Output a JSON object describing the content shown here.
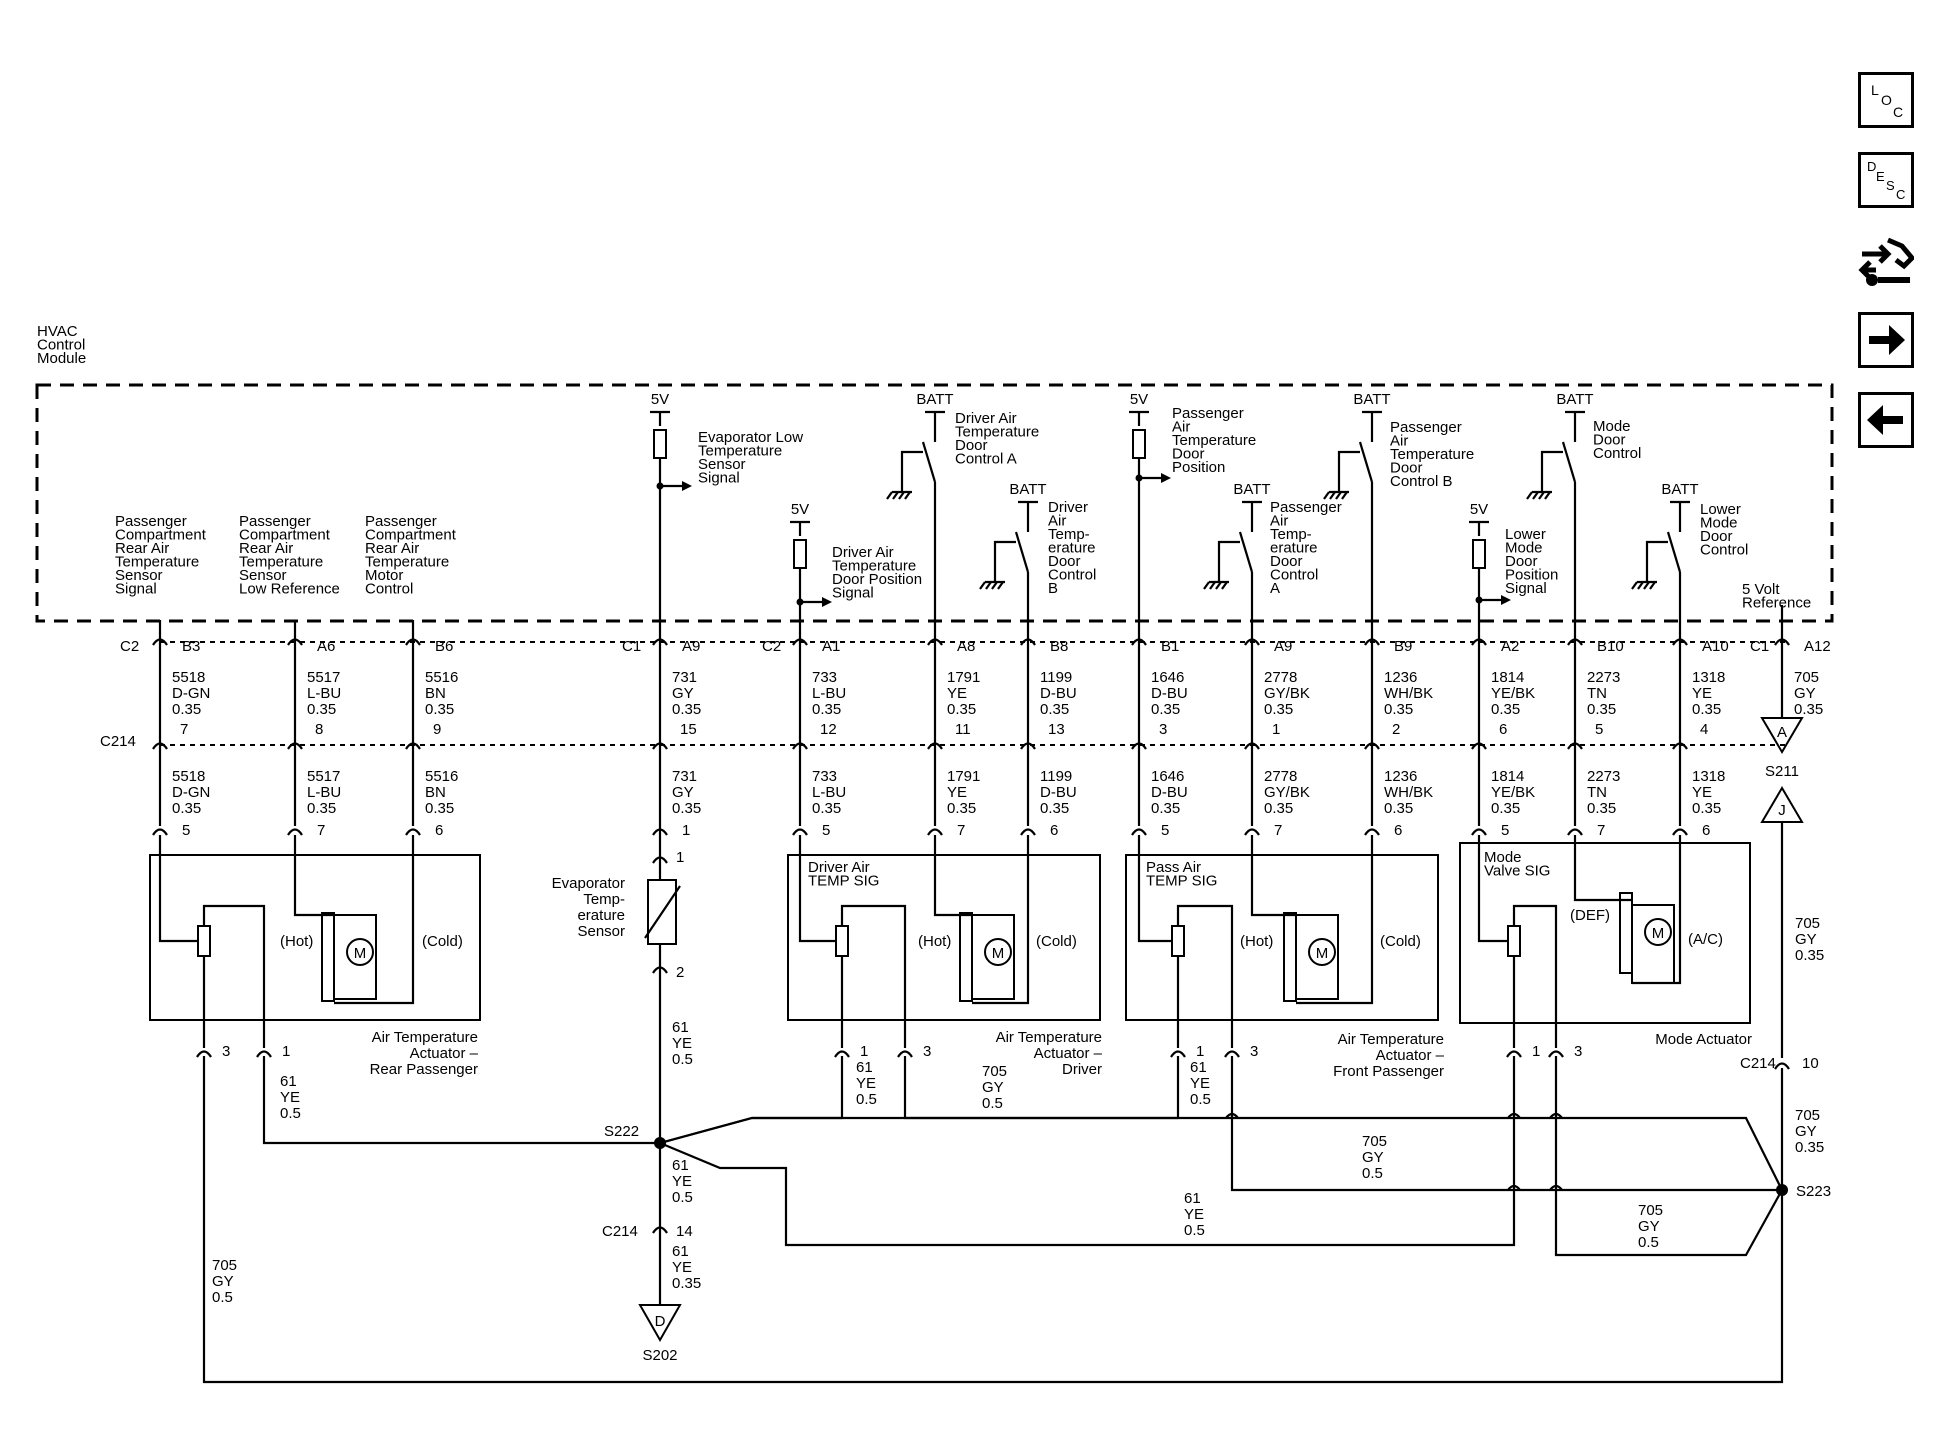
{
  "module": {
    "lines": [
      "HVAC",
      "Control",
      "Module"
    ]
  },
  "nav": {
    "loc": [
      "L",
      "O",
      "C"
    ],
    "desc": [
      "D",
      "E",
      "S",
      "C"
    ]
  },
  "header_labels": {
    "rear_signal": [
      "Passenger",
      "Compartment",
      "Rear Air",
      "Temperature",
      "Sensor",
      "Signal"
    ],
    "rear_lowref": [
      "Passenger",
      "Compartment",
      "Rear Air",
      "Temperature",
      "Sensor",
      "Low Reference"
    ],
    "rear_motor": [
      "Passenger",
      "Compartment",
      "Rear Air",
      "Temperature",
      "Motor",
      "Control"
    ],
    "evap_signal": [
      "Evaporator Low",
      "Temperature",
      "Sensor",
      "Signal"
    ],
    "driver_pos": [
      "Driver Air",
      "Temperature",
      "Door Position",
      "Signal"
    ],
    "driver_a": [
      "Driver Air",
      "Temperature",
      "Door",
      "Control A"
    ],
    "driver_b": [
      "Driver",
      "Air",
      "Temp-",
      "erature",
      "Door",
      "Control",
      "B"
    ],
    "pass_pos": [
      "Passenger",
      "Air",
      "Temperature",
      "Door",
      "Position"
    ],
    "pass_a": [
      "Passenger",
      "Air",
      "Temp-",
      "erature",
      "Door",
      "Control",
      "A"
    ],
    "pass_b": [
      "Passenger",
      "Air",
      "Temperature",
      "Door",
      "Control B"
    ],
    "lower_pos": [
      "Lower",
      "Mode",
      "Door",
      "Position",
      "Signal"
    ],
    "mode_door": [
      "Mode",
      "Door",
      "Control"
    ],
    "lower_door": [
      "Lower",
      "Mode",
      "Door",
      "Control"
    ],
    "five_volt": [
      "5 Volt",
      "Reference"
    ]
  },
  "supplies": {
    "five_v": "5V",
    "batt": "BATT"
  },
  "connectors": {
    "c1": "C1",
    "c2": "C2",
    "c214": "C214"
  },
  "pins": {
    "b3": "B3",
    "a6": "A6",
    "b6": "B6",
    "a9": "A9",
    "a1": "A1",
    "a8": "A8",
    "b8": "B8",
    "b1": "B1",
    "b9": "B9",
    "a2": "A2",
    "b10": "B10",
    "a10": "A10",
    "a12": "A12"
  },
  "wires_upper": [
    [
      "5518",
      "D-GN",
      "0.35",
      "7"
    ],
    [
      "5517",
      "L-BU",
      "0.35",
      "8"
    ],
    [
      "5516",
      "BN",
      "0.35",
      "9"
    ],
    [
      "731",
      "GY",
      "0.35",
      "15"
    ],
    [
      "733",
      "L-BU",
      "0.35",
      "12"
    ],
    [
      "1791",
      "YE",
      "0.35",
      "11"
    ],
    [
      "1199",
      "D-BU",
      "0.35",
      "13"
    ],
    [
      "1646",
      "D-BU",
      "0.35",
      "3"
    ],
    [
      "2778",
      "GY/BK",
      "0.35",
      "1"
    ],
    [
      "1236",
      "WH/BK",
      "0.35",
      "2"
    ],
    [
      "1814",
      "YE/BK",
      "0.35",
      "6"
    ],
    [
      "2273",
      "TN",
      "0.35",
      "5"
    ],
    [
      "1318",
      "YE",
      "0.35",
      "4"
    ],
    [
      "705",
      "GY",
      "0.35",
      ""
    ]
  ],
  "wires_lower": [
    [
      "5518",
      "D-GN",
      "0.35",
      "5"
    ],
    [
      "5517",
      "L-BU",
      "0.35",
      "7"
    ],
    [
      "5516",
      "BN",
      "0.35",
      "6"
    ],
    [
      "731",
      "GY",
      "0.35",
      "1"
    ],
    [
      "733",
      "L-BU",
      "0.35",
      "5"
    ],
    [
      "1791",
      "YE",
      "0.35",
      "7"
    ],
    [
      "1199",
      "D-BU",
      "0.35",
      "6"
    ],
    [
      "1646",
      "D-BU",
      "0.35",
      "5"
    ],
    [
      "2778",
      "GY/BK",
      "0.35",
      "7"
    ],
    [
      "1236",
      "WH/BK",
      "0.35",
      "6"
    ],
    [
      "1814",
      "YE/BK",
      "0.35",
      "5"
    ],
    [
      "2273",
      "TN",
      "0.35",
      "7"
    ],
    [
      "1318",
      "YE",
      "0.35",
      "6"
    ]
  ],
  "components": {
    "rear": {
      "name": [
        "Air Temperature",
        "Actuator –",
        "Rear Passenger"
      ],
      "hot": "(Hot)",
      "cold": "(Cold)",
      "motor": "M",
      "pins": [
        "3",
        "1"
      ]
    },
    "evap": {
      "name": [
        "Evaporator",
        "Temp-",
        "erature",
        "Sensor"
      ],
      "pins": [
        "1",
        "2"
      ]
    },
    "driver": {
      "name": [
        "Air Temperature",
        "Actuator –",
        "Driver"
      ],
      "sig": [
        "Driver Air",
        "TEMP SIG"
      ],
      "hot": "(Hot)",
      "cold": "(Cold)",
      "motor": "M",
      "pins": [
        "1",
        "3"
      ]
    },
    "front": {
      "name": [
        "Air Temperature",
        "Actuator –",
        "Front Passenger"
      ],
      "sig": [
        "Pass Air",
        "TEMP SIG"
      ],
      "hot": "(Hot)",
      "cold": "(Cold)",
      "motor": "M",
      "pins": [
        "1",
        "3"
      ]
    },
    "mode": {
      "name": [
        "Mode Actuator"
      ],
      "sig": [
        "Mode",
        "Valve SIG"
      ],
      "def": "(DEF)",
      "ac": "(A/C)",
      "motor": "M",
      "pins": [
        "1",
        "3"
      ]
    }
  },
  "bottom_wires": {
    "ye61": [
      "61",
      "YE",
      "0.5"
    ],
    "ye61_035": [
      "61",
      "YE",
      "0.35"
    ],
    "gy705": [
      "705",
      "GY",
      "0.5"
    ],
    "gy705_035": [
      "705",
      "GY",
      "0.35"
    ]
  },
  "splices": {
    "s222": "S222",
    "s223": "S223",
    "s211": "S211",
    "s202": "S202"
  },
  "refs": {
    "a": "A",
    "j": "J",
    "d": "D"
  },
  "pin_numbers": {
    "p10": "10",
    "p14": "14"
  }
}
